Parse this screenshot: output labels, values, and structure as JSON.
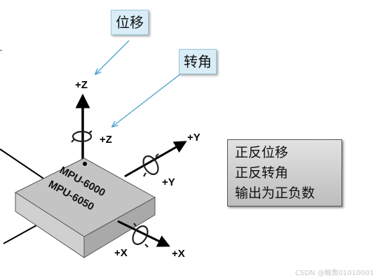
{
  "callouts": {
    "displacement": "位移",
    "rotation": "转角"
  },
  "axes": {
    "z_linear": "+Z",
    "z_rotation": "+Z",
    "y_linear": "+Y",
    "y_rotation": "+Y",
    "x_linear": "+X",
    "x_rotation": "+X"
  },
  "chip": {
    "line1": "MPU-6000",
    "line2": "MPU-6050"
  },
  "info_box": {
    "lines": [
      "正反位移",
      "正反转角",
      "输出为正负数"
    ]
  },
  "watermark": "CSDN @触角01010001",
  "colors": {
    "callout_fill": "#d9edf7",
    "leader_line": "#4aa3c8",
    "chip_top": "#bfbfbf",
    "chip_front": "#cfcfcf",
    "chip_side": "#a9a9a9",
    "info_fill": "#cfcfcf"
  }
}
